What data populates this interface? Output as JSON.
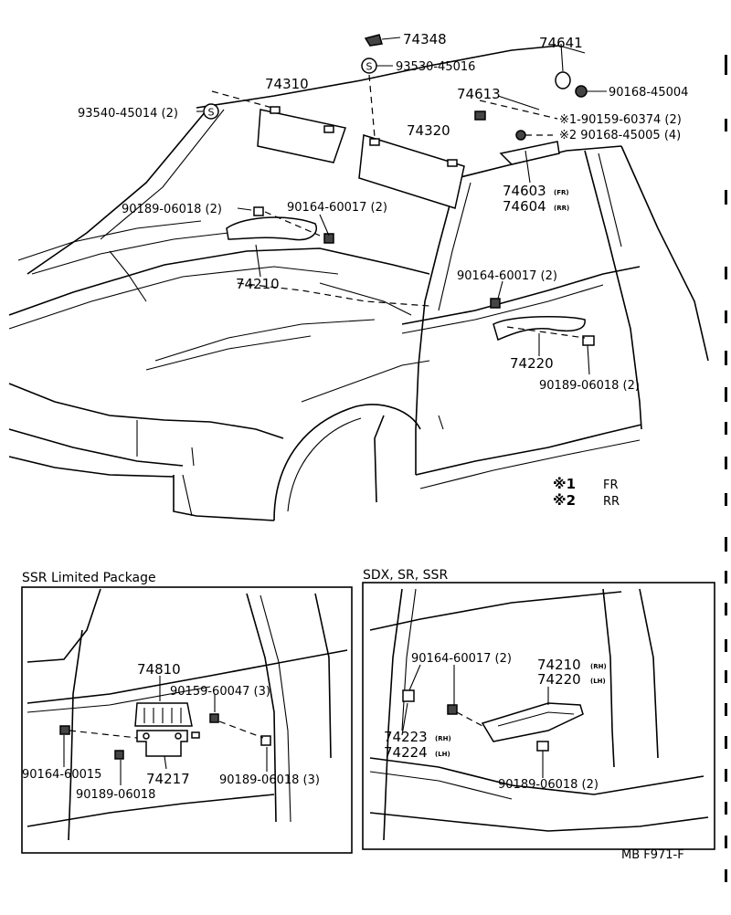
{
  "diagram": {
    "labels": {
      "p74348": "74348",
      "p93530": "93530-45016",
      "p74641": "74641",
      "p90168a": "90168-45004",
      "p74310": "74310",
      "p93540": "93540-45014 (2)",
      "p74613": "74613",
      "p90159a": "※1-90159-60374 (2)",
      "p90168b": "※2 90168-45005 (4)",
      "p74320": "74320",
      "p74603": "74603",
      "p74603sub": "(FR)",
      "p74604": "74604",
      "p74604sub": "(RR)",
      "p90189a": "90189-06018 (2)",
      "p90164a": "90164-60017 (2)",
      "p74210": "74210",
      "p90164b": "90164-60017 (2)",
      "p74220": "74220",
      "p90189b": "90189-06018 (2)",
      "s1": "S",
      "s2": "S"
    },
    "legend": {
      "mark1": "※1",
      "val1": "FR",
      "mark2": "※2",
      "val2": "RR"
    },
    "sections": {
      "left_title": "SSR Limited Package",
      "right_title": "SDX, SR, SSR"
    },
    "left_box": {
      "p74810": "74810",
      "p90159": "90159-60047 (3)",
      "p90164": "90164-60015",
      "p74217": "74217",
      "p90189a": "90189-06018",
      "p90189b": "90189-06018 (3)"
    },
    "right_box": {
      "p90164": "90164-60017 (2)",
      "p74210": "74210",
      "p74210sub": "(RH)",
      "p74220": "74220",
      "p74220sub": "(LH)",
      "p74223": "74223",
      "p74223sub": "(RH)",
      "p74224": "74224",
      "p74224sub": "(LH)",
      "p90189": "90189-06018 (2)"
    },
    "figure_code": "MB F971-F"
  }
}
